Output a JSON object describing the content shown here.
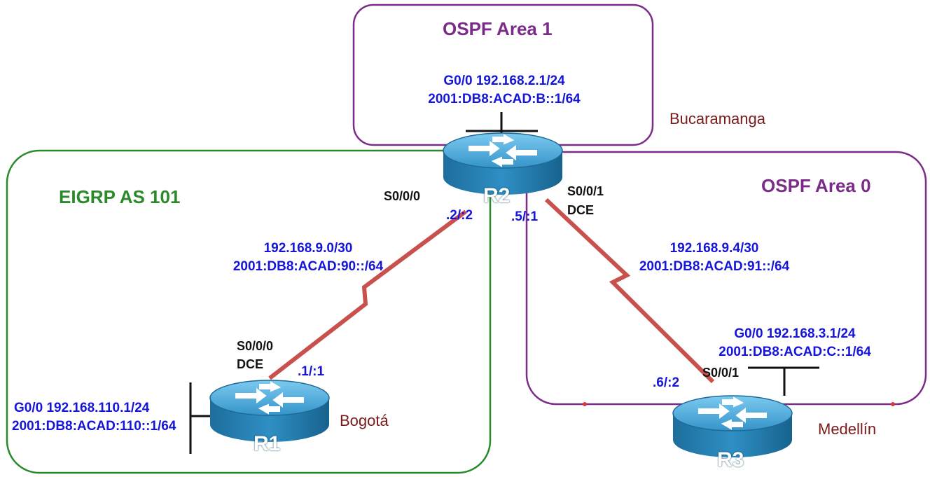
{
  "areas": {
    "ospf_area1": {
      "title": "OSPF Area 1",
      "color": "#7b2c88"
    },
    "ospf_area0": {
      "title": "OSPF Area 0",
      "color": "#7b2c88"
    },
    "eigrp": {
      "title": "EIGRP AS 101",
      "color": "#2a8a2a"
    }
  },
  "routers": {
    "r1": {
      "name": "R1",
      "city": "Bogotá",
      "g0_ipv4": "G0/0 192.168.110.1/24",
      "g0_ipv6": "2001:DB8:ACAD:110::1/64",
      "serial": "S0/0/0",
      "serial_role": "DCE",
      "host_id": ".1/:1"
    },
    "r2": {
      "name": "R2",
      "city": "Bucaramanga",
      "g0_ipv4": "G0/0 192.168.2.1/24",
      "g0_ipv6": "2001:DB8:ACAD:B::1/64",
      "serial_left": "S0/0/0",
      "host_id_left": ".2/:2",
      "serial_right": "S0/0/1",
      "serial_right_role": "DCE",
      "host_id_right": ".5/:1"
    },
    "r3": {
      "name": "R3",
      "city": "Medellín",
      "g0_ipv4": "G0/0 192.168.3.1/24",
      "g0_ipv6": "2001:DB8:ACAD:C::1/64",
      "serial": "S0/0/1",
      "host_id": ".6/:2"
    }
  },
  "links": {
    "r1_r2": {
      "ipv4": "192.168.9.0/30",
      "ipv6": "2001:DB8:ACAD:90::/64"
    },
    "r2_r3": {
      "ipv4": "192.168.9.4/30",
      "ipv6": "2001:DB8:ACAD:91::/64"
    }
  },
  "colors": {
    "serial_link": "#c8504d",
    "address_text": "#1515d9",
    "city_text": "#7a1a1a",
    "router_body": "#2f8fc4"
  }
}
